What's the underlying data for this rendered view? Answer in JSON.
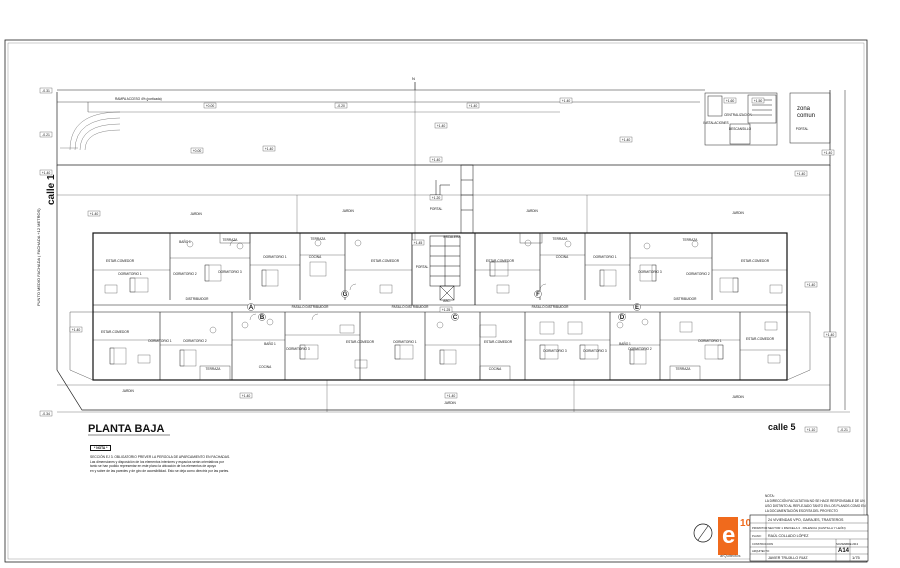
{
  "drawing": {
    "title": "PLANTA BAJA",
    "street_left": "calle 1",
    "street_right": "calle 5",
    "zone_label": [
      "zona",
      "comun"
    ],
    "facade_note": "PUNTO MEDIO FACHADA ( FACHADA +12 METROS)",
    "ramp_label": "RAMPA ACCESO 4% (porticada)",
    "north_label": "N",
    "axes": [
      "A",
      "B",
      "C",
      "D",
      "E",
      "F",
      "G"
    ],
    "levels": [
      "-0.31",
      "+0.00",
      "-0.20",
      "+1.40",
      "+1.50",
      "+1.60",
      "+1.20",
      "+1.45",
      "+1.25",
      "+1.10",
      "-0.34",
      "-0.21"
    ],
    "rooms": {
      "estar": "ESTAR-COMEDOR",
      "dorm1": "DORMITORIO 1",
      "dorm2": "DORMITORIO 2",
      "dorm3": "DORMITORIO 3",
      "bano1": "BAÑO 1",
      "bano2": "BAÑO 2",
      "cocina": "COCINA",
      "terraza": "TERRAZA",
      "distrib": "DISTRIBUIDOR",
      "pasillo": "PASILLO DISTRIBUIDOR",
      "jardin": "JARDIN",
      "portal": "PORTAL",
      "escalera": "ESCALERA",
      "centralizacion": "CENTRALIZACION",
      "instalac": "INSTALACIONES",
      "descansillo": "DESCANSILLO",
      "ascensor": "ASC."
    }
  },
  "notes": {
    "heading": "* NOTA *",
    "lines": [
      "SECCIÓN EJ 3. OBLIGATORIO PREVER LA PERGOLA DE APARCAMIENTO EN FACHADAS.",
      "Las dimensiones y disposición de los elementos interiores y espacios serán orientativos por",
      "tanto se han podido representar en este plano la ubicación de los elementos de apoyo",
      "en y sobre de las paredes y de giro de accesibilidad. Esto se deja como directriz por las partes."
    ]
  },
  "general_note": [
    "NOTA:",
    "LA DIRECCIÓN FACULTATIVA NO SE HACE RESPONSABLE DE UN",
    "USO DISTINTO AL REFLEJADO TANTO EN LOS PLANOS COMO EN",
    "LA DOCUMENTACIÓN ESCRITA DEL PROYECTO"
  ],
  "title_block": {
    "logo_number": "10",
    "logo_letter": "e",
    "logo_caption": "arQuitectos",
    "project": "24 VIVIENDAS VPO, GARAJES, TRASTEROS",
    "site": "SECTOR 1 PARCELA 3 · PALENCIA (CASTILLA Y LEÓN)",
    "promoter_label": "PROMOTOR:",
    "promoter": "RAÚL COLLADO LÓPEZ",
    "author_label": "ARQUITECTO:",
    "author": "JAVIER TRUJILLO RUIZ",
    "plan_label": "PLANO:",
    "plan_name": "CONSTRUCCION",
    "scale": "1/75",
    "sheet_no": "A14",
    "date": "NOVIEMBRE 2013"
  }
}
